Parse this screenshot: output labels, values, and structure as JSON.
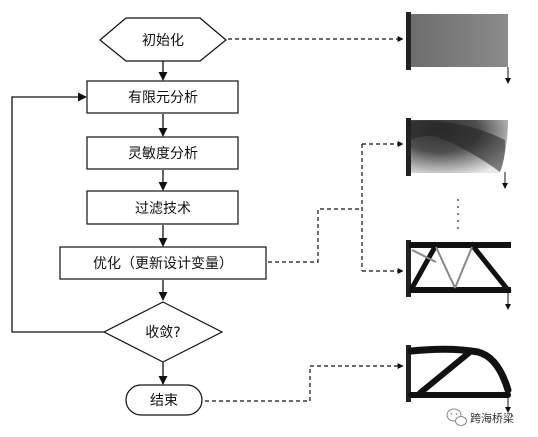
{
  "flowchart": {
    "start": "初始化",
    "fea": "有限元分析",
    "sensitivity": "灵敏度分析",
    "filter": "过滤技术",
    "optimize": "优化（更新设计变量）",
    "converge": "收敛?",
    "end": "结束"
  },
  "watermark": {
    "text": "跨海桥梁"
  }
}
